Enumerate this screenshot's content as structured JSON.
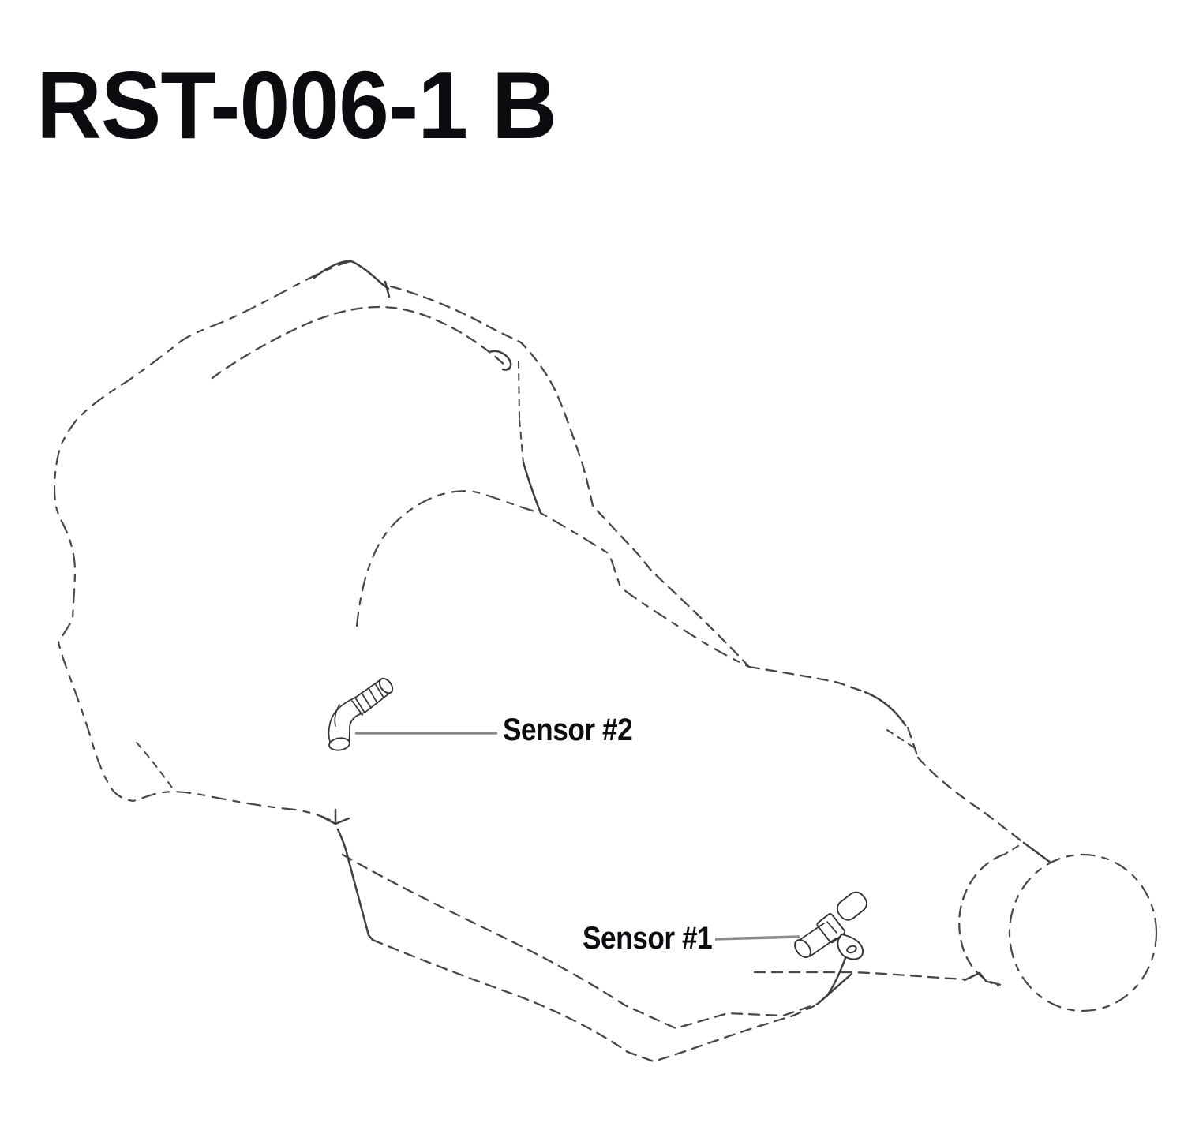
{
  "page": {
    "background": "#ffffff"
  },
  "title": {
    "text": "RST-006-1 B"
  },
  "diagram": {
    "type": "parts-callout-diagram",
    "subject": "transmission-case-dashed-outline",
    "line_color": "#474747",
    "leader_color": "#8a8a8a",
    "text_color": "#0b0b10",
    "callouts": [
      {
        "id": "sensor-2",
        "label": "Sensor #2"
      },
      {
        "id": "sensor-1",
        "label": "Sensor #1"
      }
    ]
  }
}
